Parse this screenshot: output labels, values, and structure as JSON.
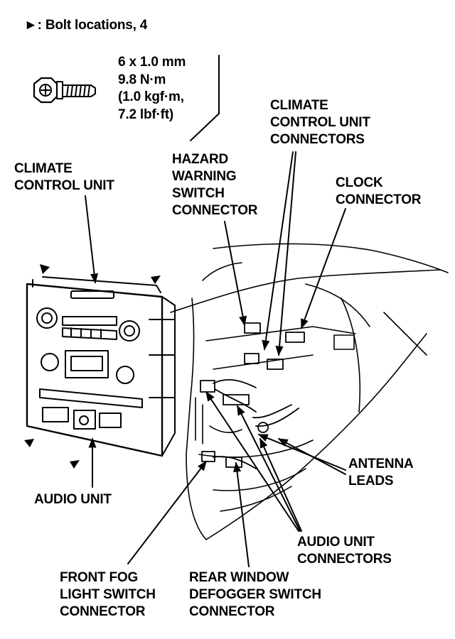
{
  "legend": {
    "bolt_symbol": "►",
    "bolt_text": ": Bolt locations, 4"
  },
  "bolt_spec": {
    "lines": [
      "6 x 1.0 mm",
      "9.8 N·m",
      "(1.0 kgf·m,",
      "7.2 lbf·ft)"
    ]
  },
  "callouts": {
    "climate_control_unit": [
      "CLIMATE",
      "CONTROL UNIT"
    ],
    "hazard_connector": [
      "HAZARD",
      "WARNING",
      "SWITCH",
      "CONNECTOR"
    ],
    "climate_connectors": [
      "CLIMATE",
      "CONTROL UNIT",
      "CONNECTORS"
    ],
    "clock_connector": [
      "CLOCK",
      "CONNECTOR"
    ],
    "antenna_leads": [
      "ANTENNA",
      "LEADS"
    ],
    "audio_unit": [
      "AUDIO UNIT"
    ],
    "audio_connectors": [
      "AUDIO UNIT",
      "CONNECTORS"
    ],
    "fog_connector": [
      "FRONT FOG",
      "LIGHT SWITCH",
      "CONNECTOR"
    ],
    "defogger_connector": [
      "REAR WINDOW",
      "DEFOGGER SWITCH",
      "CONNECTOR"
    ]
  }
}
